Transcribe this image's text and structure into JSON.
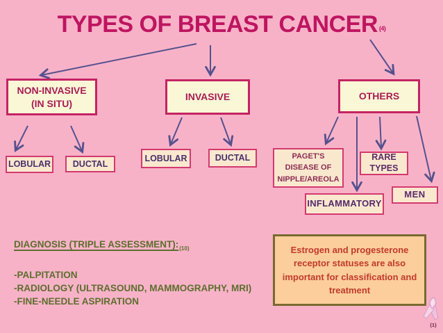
{
  "title": {
    "text": "TYPES OF BREAST CANCER",
    "ref": "(4)"
  },
  "diagram": {
    "non_invasive": {
      "lines": [
        "NON-INVASIVE",
        "(IN SITU)"
      ]
    },
    "invasive": {
      "label": "INVASIVE"
    },
    "others": {
      "label": "OTHERS"
    },
    "non_invasive_children": {
      "lobular": "LOBULAR",
      "ductal": "DUCTAL"
    },
    "invasive_children": {
      "lobular": "LOBULAR",
      "ductal": "DUCTAL"
    },
    "others_children": {
      "pagets": {
        "lines": [
          "PAGET'S",
          "DISEASE OF",
          "NIPPLE/AREOLA"
        ]
      },
      "rare_types": {
        "lines": [
          "RARE",
          "TYPES"
        ]
      },
      "inflammatory": "INFLAMMATORY",
      "men": "MEN"
    }
  },
  "diagnosis": {
    "heading": "DIAGNOSIS (TRIPLE ASSESSMENT):",
    "ref": "(10)",
    "items": [
      "-PALPITATION",
      "-RADIOLOGY (ULTRASOUND, MAMMOGRAPHY, MRI)",
      "-FINE-NEEDLE ASPIRATION"
    ]
  },
  "note": {
    "text": "Estrogen and progesterone receptor statuses are also important for classification and treatment"
  },
  "footnote": "(1)",
  "icons": {
    "ribbon": "breast-cancer-awareness-ribbon"
  },
  "colors": {
    "background": "#F8B2C8",
    "title_text": "#BE1560",
    "primary_box_fill": "#FAF7D6",
    "primary_box_border": "#C42364",
    "primary_box_text": "#A81B55",
    "secondary_box_fill": "#F9E8CE",
    "secondary_box_border": "#D23970",
    "secondary_box_text": "#48306B",
    "pagets_text": "#8C2C52",
    "arrow": "#55518E",
    "diagnosis_text": "#5C6E2D",
    "note_fill": "#FBCE9B",
    "note_border": "#786A30",
    "note_text": "#C13A2E",
    "ribbon_pink": "#F0C3DC"
  }
}
